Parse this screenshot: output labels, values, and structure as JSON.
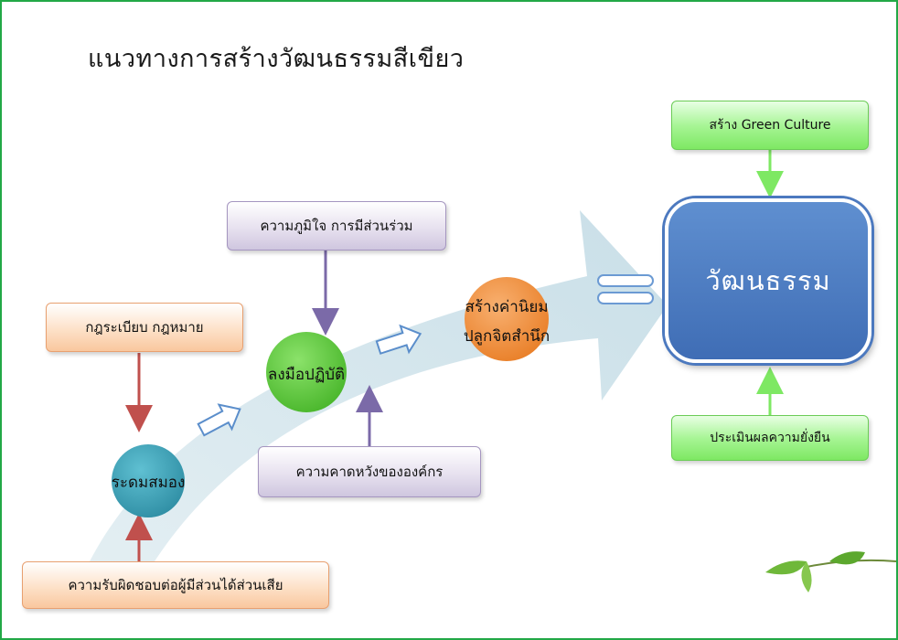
{
  "title": "แนวทางการสร้างวัฒนธรรมสีเขียว",
  "left_boxes": {
    "rules": "กฎระเบียบ กฎหมาย",
    "stakeholder": "ความรับผิดชอบต่อผู้มีส่วนได้ส่วนเสีย"
  },
  "middle_boxes": {
    "pride": "ความภูมิใจ การมีส่วนร่วม",
    "expectation": "ความคาดหวังขององค์กร"
  },
  "steps": {
    "brainstorm": "ระดมสมอง",
    "action": "ลงมือปฏิบัติ",
    "values_line1": "สร้างค่านิยม",
    "values_line2": "ปลูกจิตสำนึก"
  },
  "result": "วัฒนธรรม",
  "right_boxes": {
    "create": "สร้าง Green Culture",
    "evaluate": "ประเมินผลความยั่งยืน"
  },
  "colors": {
    "frame": "#22a846",
    "teal_circle": "#3aa3b8",
    "green_circle": "#5dcc3a",
    "orange_circle": "#f0913a",
    "result_box": "#4a7cc0",
    "red_arrow": "#c0504d",
    "purple_arrow": "#7b6aa8",
    "green_arrow": "#7ee863"
  },
  "icons": [
    "block-arrow-icon",
    "equals-icon",
    "leaf-icon"
  ]
}
